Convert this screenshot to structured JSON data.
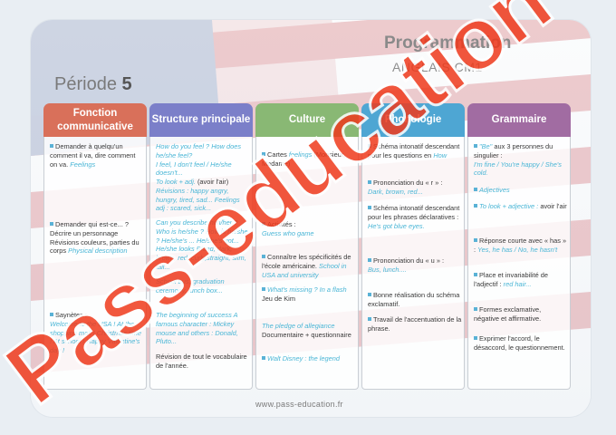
{
  "header": {
    "title": "Programmation",
    "subtitle": "ANGLAIS CM1",
    "period_label": "Période",
    "period_number": "5"
  },
  "columns": [
    {
      "label": "Fonction communicative",
      "color": "#d9705a"
    },
    {
      "label": "Structure principale",
      "color": "#7b7fc9"
    },
    {
      "label": "Culture",
      "color": "#89b874"
    },
    {
      "label": "Phonologie",
      "color": "#4ea6d3"
    },
    {
      "label": "Grammaire",
      "color": "#a16ca2"
    }
  ],
  "fonction": {
    "b1_text": "Demander à quelqu'un comment il va, dire comment on va.",
    "b1_it": "Feelings",
    "b2_text": "Demander qui est-ce... ? Décrire un personnage Révisions couleurs, parties du corps",
    "b2_it": "Physical description",
    "b3_text": "Saynètes :",
    "b3_it": "Welcome to the USA ! At the shopping mall ! Christmas time ! At school ! Happy Valentine's day !"
  },
  "structure": {
    "s1": "How do you feel ? How does he/she feel?",
    "s2": "I feel, I don't feel / He/she doesn't...",
    "s3a": "To look + adj.",
    "s3b": "(avoir l'air)",
    "s4": "Révisions : happy angry, hungry, tired, sad... Feelings adj : scared, sick...",
    "s5": "Can you describe him/her ? Who is he/she ? How is he/she ? He/she's ... He/she's got... He/she looks Blond, dark, brown, red, curly,straight, slim, tall...",
    "s6": "School bus, graduation ceremony, lunch box...",
    "s7": "The beginning of success A famous character : Mickey mouse and others : Donald, Pluto...",
    "s8": "Révision de tout le vocabulaire de l'année."
  },
  "culture": {
    "c1_text": "Cartes",
    "c1_it": "feelings",
    "c1_rest": "(Monsieur, Madame)",
    "c2_text": "Activités :",
    "c2_it": "Guess who game",
    "c3_text": "Connaître les spécificités de l'école américaine.",
    "c3_it": "School in USA and university",
    "c4_it": "What's missing ? In a flash",
    "c4_text": "Jeu de Kim",
    "c5_it": "The pledge of allegiance",
    "c5_text": "Documentaire + questionnaire",
    "c6_it": "Walt Disney : the legend"
  },
  "phonologie": {
    "p1_text": "Schéma intonatif descendant pour les questions en",
    "p1_it": "How",
    "p2_text": "Prononciation du « r » :",
    "p2_it": "Dark, brown, red...",
    "p3_text": "Schéma intonatif descendant pour les phrases déclaratives :",
    "p3_it": "He's got blue eyes.",
    "p4_text": "Prononciation du « u » :",
    "p4_it": "Bus, lunch....",
    "p5_text": "Bonne réalisation du schéma exclamatif.",
    "p6_text": "Travail de l'accentuation de la phrase."
  },
  "grammaire": {
    "g1_it": "\"Be\"",
    "g1_text": "aux 3 personnes du singulier :",
    "g1_ex": "I'm fine / You're happy / She's cold.",
    "g2_it": "Adjectives",
    "g3_it": "To look + adjective :",
    "g3_text": "avoir l'air",
    "g4_text": "Réponse courte avec « has » :",
    "g4_it": "Yes, he has / No, he hasn't",
    "g5_text": "Place et invariabilité de l'adjectif :",
    "g5_it": "red hair...",
    "g6_text": "Formes exclamative, négative et affirmative.",
    "g7_text": "Exprimer l'accord, le désaccord, le questionnement."
  },
  "footer": "www.pass-education.fr",
  "watermark": "Pass-education",
  "colors": {
    "watermark_orange": "#ef3a1c",
    "watermark_green": "#8dc63f",
    "italic_blue": "#4ab6d6"
  }
}
